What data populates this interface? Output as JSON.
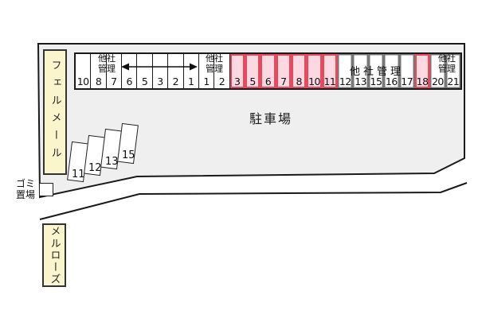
{
  "lot": {
    "label": "駐車場"
  },
  "buildings": {
    "fermeer": "フェルメール",
    "melrose": "メルローズ"
  },
  "garbage": {
    "label": "ゴミ置場"
  },
  "managed_label": "他社管理",
  "parking_row": {
    "cells": [
      {
        "label": "10"
      },
      {
        "label": "8"
      },
      {
        "label": "7"
      },
      {
        "label": "6"
      },
      {
        "label": "5"
      },
      {
        "label": "3"
      },
      {
        "label": "2"
      },
      {
        "label": "1"
      },
      {
        "label": "1"
      },
      {
        "label": "2"
      },
      {
        "label": "3",
        "pink": true
      },
      {
        "label": "5",
        "pink": true
      },
      {
        "label": "6",
        "pink": true
      },
      {
        "label": "7",
        "pink": true
      },
      {
        "label": "8",
        "pink": true
      },
      {
        "label": "10",
        "pink": true
      },
      {
        "label": "11",
        "pink": true
      },
      {
        "label": "12",
        "gray": true
      },
      {
        "label": "13",
        "gray": true
      },
      {
        "label": "15",
        "gray": true
      },
      {
        "label": "16",
        "gray": true
      },
      {
        "label": "17",
        "gray": true
      },
      {
        "label": "18",
        "pink": true
      },
      {
        "label": "20",
        "gray": true
      },
      {
        "label": "21",
        "gray": true
      }
    ]
  },
  "diagonal_spaces": [
    {
      "label": "11"
    },
    {
      "label": "12"
    },
    {
      "label": "13"
    },
    {
      "label": "15"
    }
  ],
  "colors": {
    "lot_fill": "#efefef",
    "outline": "#1a1a1a",
    "building_fill": "#faf5cd",
    "pink_fill": "#fcd8e0",
    "pink_border": "#e8495f",
    "gray_cell_border": "#777777"
  }
}
